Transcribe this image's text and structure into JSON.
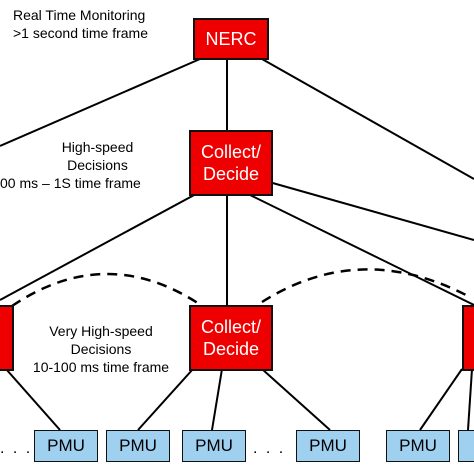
{
  "diagram": {
    "nerc": "NERC",
    "collect_decide": [
      "Collect/",
      "Decide"
    ],
    "pmu": "PMU",
    "ellipsis": ". . .",
    "levels": {
      "real_time": [
        "Real Time Monitoring",
        ">1 second time frame"
      ],
      "high_speed": [
        "High-speed",
        "Decisions",
        "00 ms – 1S time frame"
      ],
      "very_high_speed": [
        "Very High-speed",
        "Decisions",
        "10-100 ms time frame"
      ]
    },
    "colors": {
      "decision_box": "#ee0000",
      "pmu_box": "#9fd0f0",
      "line": "#000000"
    }
  }
}
